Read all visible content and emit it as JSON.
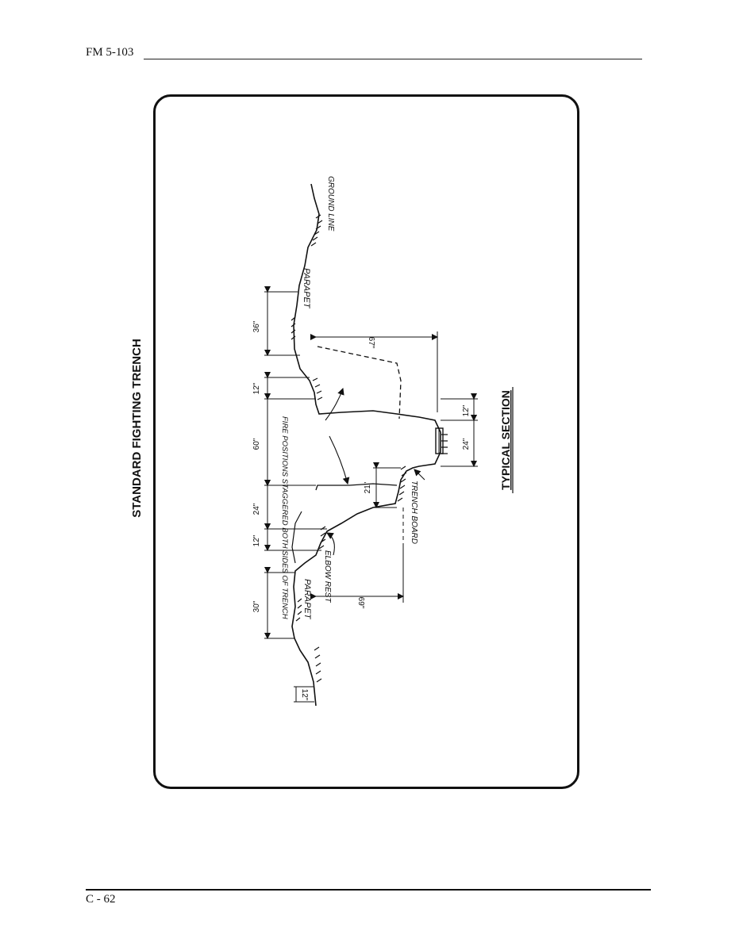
{
  "header": {
    "doc_id": "FM 5-103"
  },
  "footer": {
    "page_number": "C - 62"
  },
  "figure": {
    "title": "STANDARD FIGHTING TRENCH",
    "caption": "TYPICAL SECTION",
    "labels": {
      "ground_line": "GROUND LINE",
      "parapet_top": "PARAPET",
      "parapet_bottom": "PARAPET",
      "fire_positions": "FIRE POSITIONS STAGGERED BOTH SIDES OF TRENCH",
      "trench_board": "TRENCH BOARD",
      "elbow_rest": "ELBOW REST"
    },
    "dimensions": {
      "d36": "36\"",
      "d12_top": "12\"",
      "d60": "60\"",
      "d24_left": "24\"",
      "d12_left": "12\"",
      "d30": "30\"",
      "d12_bottom": "12\"",
      "d21": "21\"",
      "d12_right": "12\"",
      "d24_right": "24\"",
      "d67": "67\"",
      "d69": "69\""
    }
  }
}
